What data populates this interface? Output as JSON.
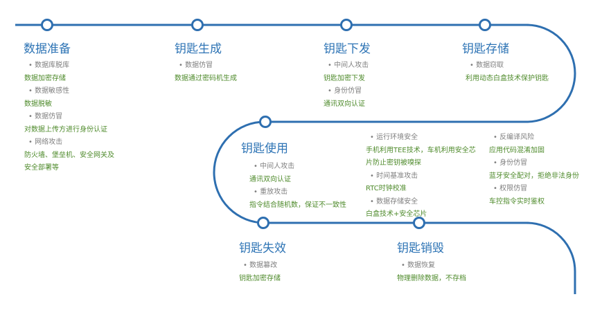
{
  "colors": {
    "line": "#2e6fb0",
    "title": "#2e74b5",
    "risk": "#7f7f7f",
    "measure": "#4f8b2c"
  },
  "stages": [
    {
      "title": "数据准备",
      "items": [
        {
          "risk": "数据库脱库",
          "measure": [
            "数据加密存储"
          ]
        },
        {
          "risk": "数据敏感性",
          "measure": [
            "数据脱敏"
          ]
        },
        {
          "risk": "数据仿冒",
          "measure": [
            "对数据上传方进行身份认证"
          ]
        },
        {
          "risk": "网络攻击",
          "measure": [
            "防火墙、堡垒机、安全网关及",
            "安全部署等"
          ]
        }
      ]
    },
    {
      "title": "钥匙生成",
      "items": [
        {
          "risk": "数据仿冒",
          "measure": [
            "数据通过密码机生成"
          ]
        }
      ]
    },
    {
      "title": "钥匙下发",
      "items": [
        {
          "risk": "中间人攻击",
          "measure": [
            "钥匙加密下发"
          ]
        },
        {
          "risk": "身份仿冒",
          "measure": [
            "通讯双向认证"
          ]
        }
      ]
    },
    {
      "title": "钥匙存储",
      "items": [
        {
          "risk": "数据窃取",
          "measure": [
            "利用动态白盒技术保护钥匙"
          ]
        }
      ]
    },
    {
      "title": "钥匙使用",
      "items": [
        {
          "risk": "中间人攻击",
          "measure": [
            "通讯双向认证"
          ]
        },
        {
          "risk": "重放攻击",
          "measure": [
            "指令结合随机数，保证不一致性"
          ]
        }
      ]
    },
    {
      "title": "钥匙失效",
      "items": [
        {
          "risk": "数据篡改",
          "measure": [
            "钥匙加密存储"
          ]
        }
      ]
    },
    {
      "title": "钥匙销毁",
      "items": [
        {
          "risk": "数据恢复",
          "measure": [
            "物理删除数据，不存档"
          ]
        }
      ]
    }
  ],
  "extra_blocks": [
    {
      "items": [
        {
          "risk": "运行环境安全",
          "measure": [
            "手机利用TEE技术，车机利用安全芯",
            "片防止密钥被嗅探"
          ]
        },
        {
          "risk": "时间基准攻击",
          "measure": [
            "RTC时钟校准"
          ]
        },
        {
          "risk": "数据存储安全",
          "measure": [
            "白盒技术+安全芯片"
          ]
        }
      ]
    },
    {
      "items": [
        {
          "risk": "反编译风险",
          "measure": [
            "应用代码混淆加固"
          ]
        },
        {
          "risk": "身份仿冒",
          "measure": [
            "蓝牙安全配对，拒绝非法身份"
          ]
        },
        {
          "risk": "权限仿冒",
          "measure": [
            "车控指令实时鉴权"
          ]
        }
      ]
    }
  ]
}
